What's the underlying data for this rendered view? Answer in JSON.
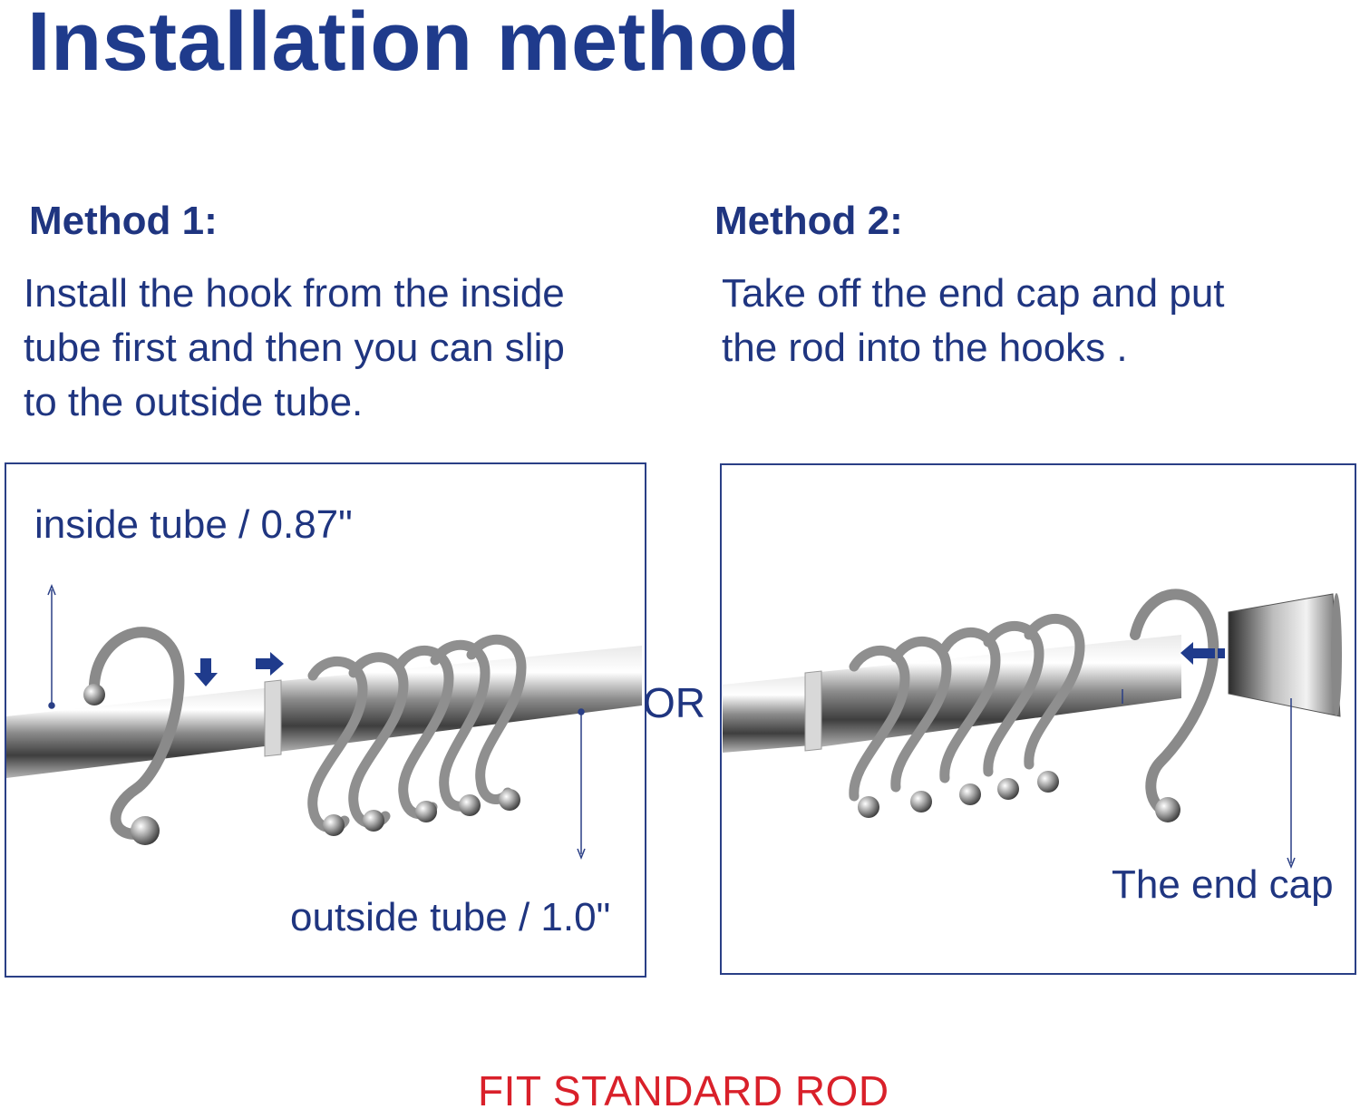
{
  "title": "Installation method",
  "method1": {
    "heading": "Method 1:",
    "text": "Install the hook from the inside\ntube first and then you can slip\nto the outside tube.",
    "label_inside": "inside tube / 0.87\"",
    "label_outside": "outside tube / 1.0\""
  },
  "method2": {
    "heading": "Method 2:",
    "text": "Take off the end cap and put\nthe rod into the hooks .",
    "label_endcap": "The end cap"
  },
  "separator": "OR",
  "footer": "FIT STANDARD ROD",
  "colors": {
    "title": "#1f3b8c",
    "text": "#1f3580",
    "footer": "#d9202a",
    "panel_border": "#2a3f86"
  }
}
